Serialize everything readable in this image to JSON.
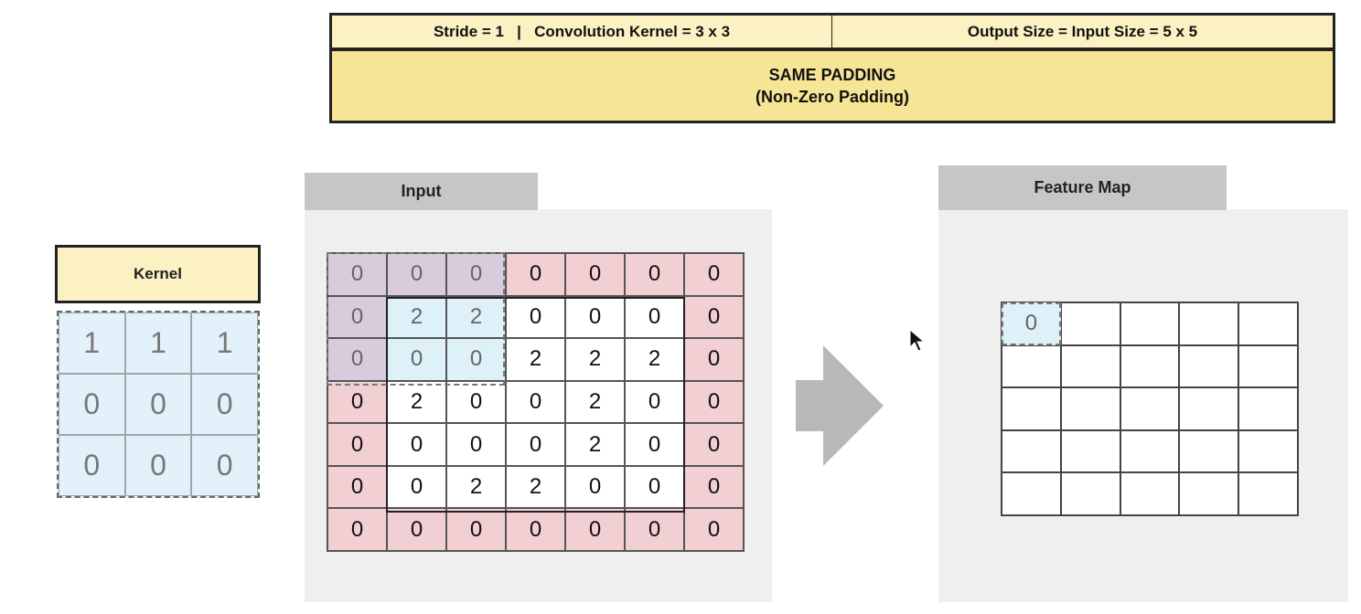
{
  "header": {
    "top_left": "Stride = 1   |   Convolution Kernel = 3 x 3",
    "top_right": "Output Size = Input Size = 5 x 5",
    "title_line1": "SAME PADDING",
    "title_line2": "(Non-Zero Padding)"
  },
  "kernel": {
    "title": "Kernel",
    "values": [
      [
        "1",
        "1",
        "1"
      ],
      [
        "0",
        "0",
        "0"
      ],
      [
        "0",
        "0",
        "0"
      ]
    ]
  },
  "input": {
    "title": "Input",
    "values": [
      [
        "0",
        "0",
        "0",
        "0",
        "0",
        "0",
        "0"
      ],
      [
        "0",
        "2",
        "2",
        "0",
        "0",
        "0",
        "0"
      ],
      [
        "0",
        "0",
        "0",
        "2",
        "2",
        "2",
        "0"
      ],
      [
        "0",
        "2",
        "0",
        "0",
        "2",
        "0",
        "0"
      ],
      [
        "0",
        "0",
        "0",
        "0",
        "2",
        "0",
        "0"
      ],
      [
        "0",
        "0",
        "2",
        "2",
        "0",
        "0",
        "0"
      ],
      [
        "0",
        "0",
        "0",
        "0",
        "0",
        "0",
        "0"
      ]
    ]
  },
  "feature_map": {
    "title": "Feature Map",
    "values": [
      [
        "0",
        "",
        "",
        "",
        ""
      ],
      [
        "",
        "",
        "",
        "",
        ""
      ],
      [
        "",
        "",
        "",
        "",
        ""
      ],
      [
        "",
        "",
        "",
        "",
        ""
      ],
      [
        "",
        "",
        "",
        "",
        ""
      ]
    ]
  },
  "colors": {
    "padding": "#f2cfd3",
    "kernel_fill": "#e3f1fa",
    "header_light": "#fbf1c3",
    "header_dark": "#f7e596",
    "arrow": "#b8b8b8"
  }
}
